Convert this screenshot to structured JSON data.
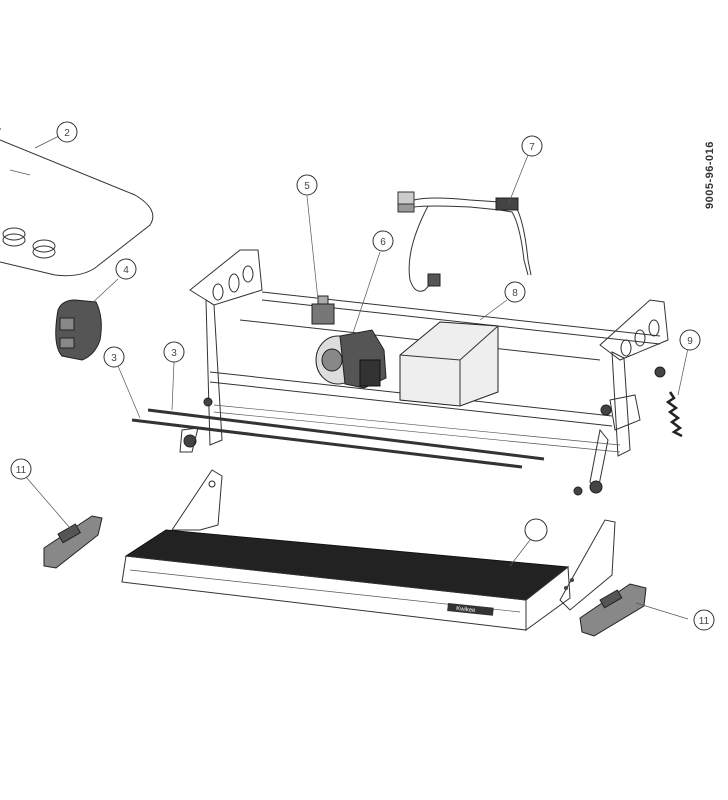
{
  "drawing_code": "9005-96-016",
  "callouts": [
    {
      "num": "2"
    },
    {
      "num": "7"
    },
    {
      "num": "5"
    },
    {
      "num": "6"
    },
    {
      "num": "4"
    },
    {
      "num": "8"
    },
    {
      "num": "3"
    },
    {
      "num": "3"
    },
    {
      "num": "9"
    },
    {
      "num": "11"
    },
    {
      "num": "11"
    },
    {
      "num": ""
    }
  ],
  "step_logo": "Kwikee"
}
